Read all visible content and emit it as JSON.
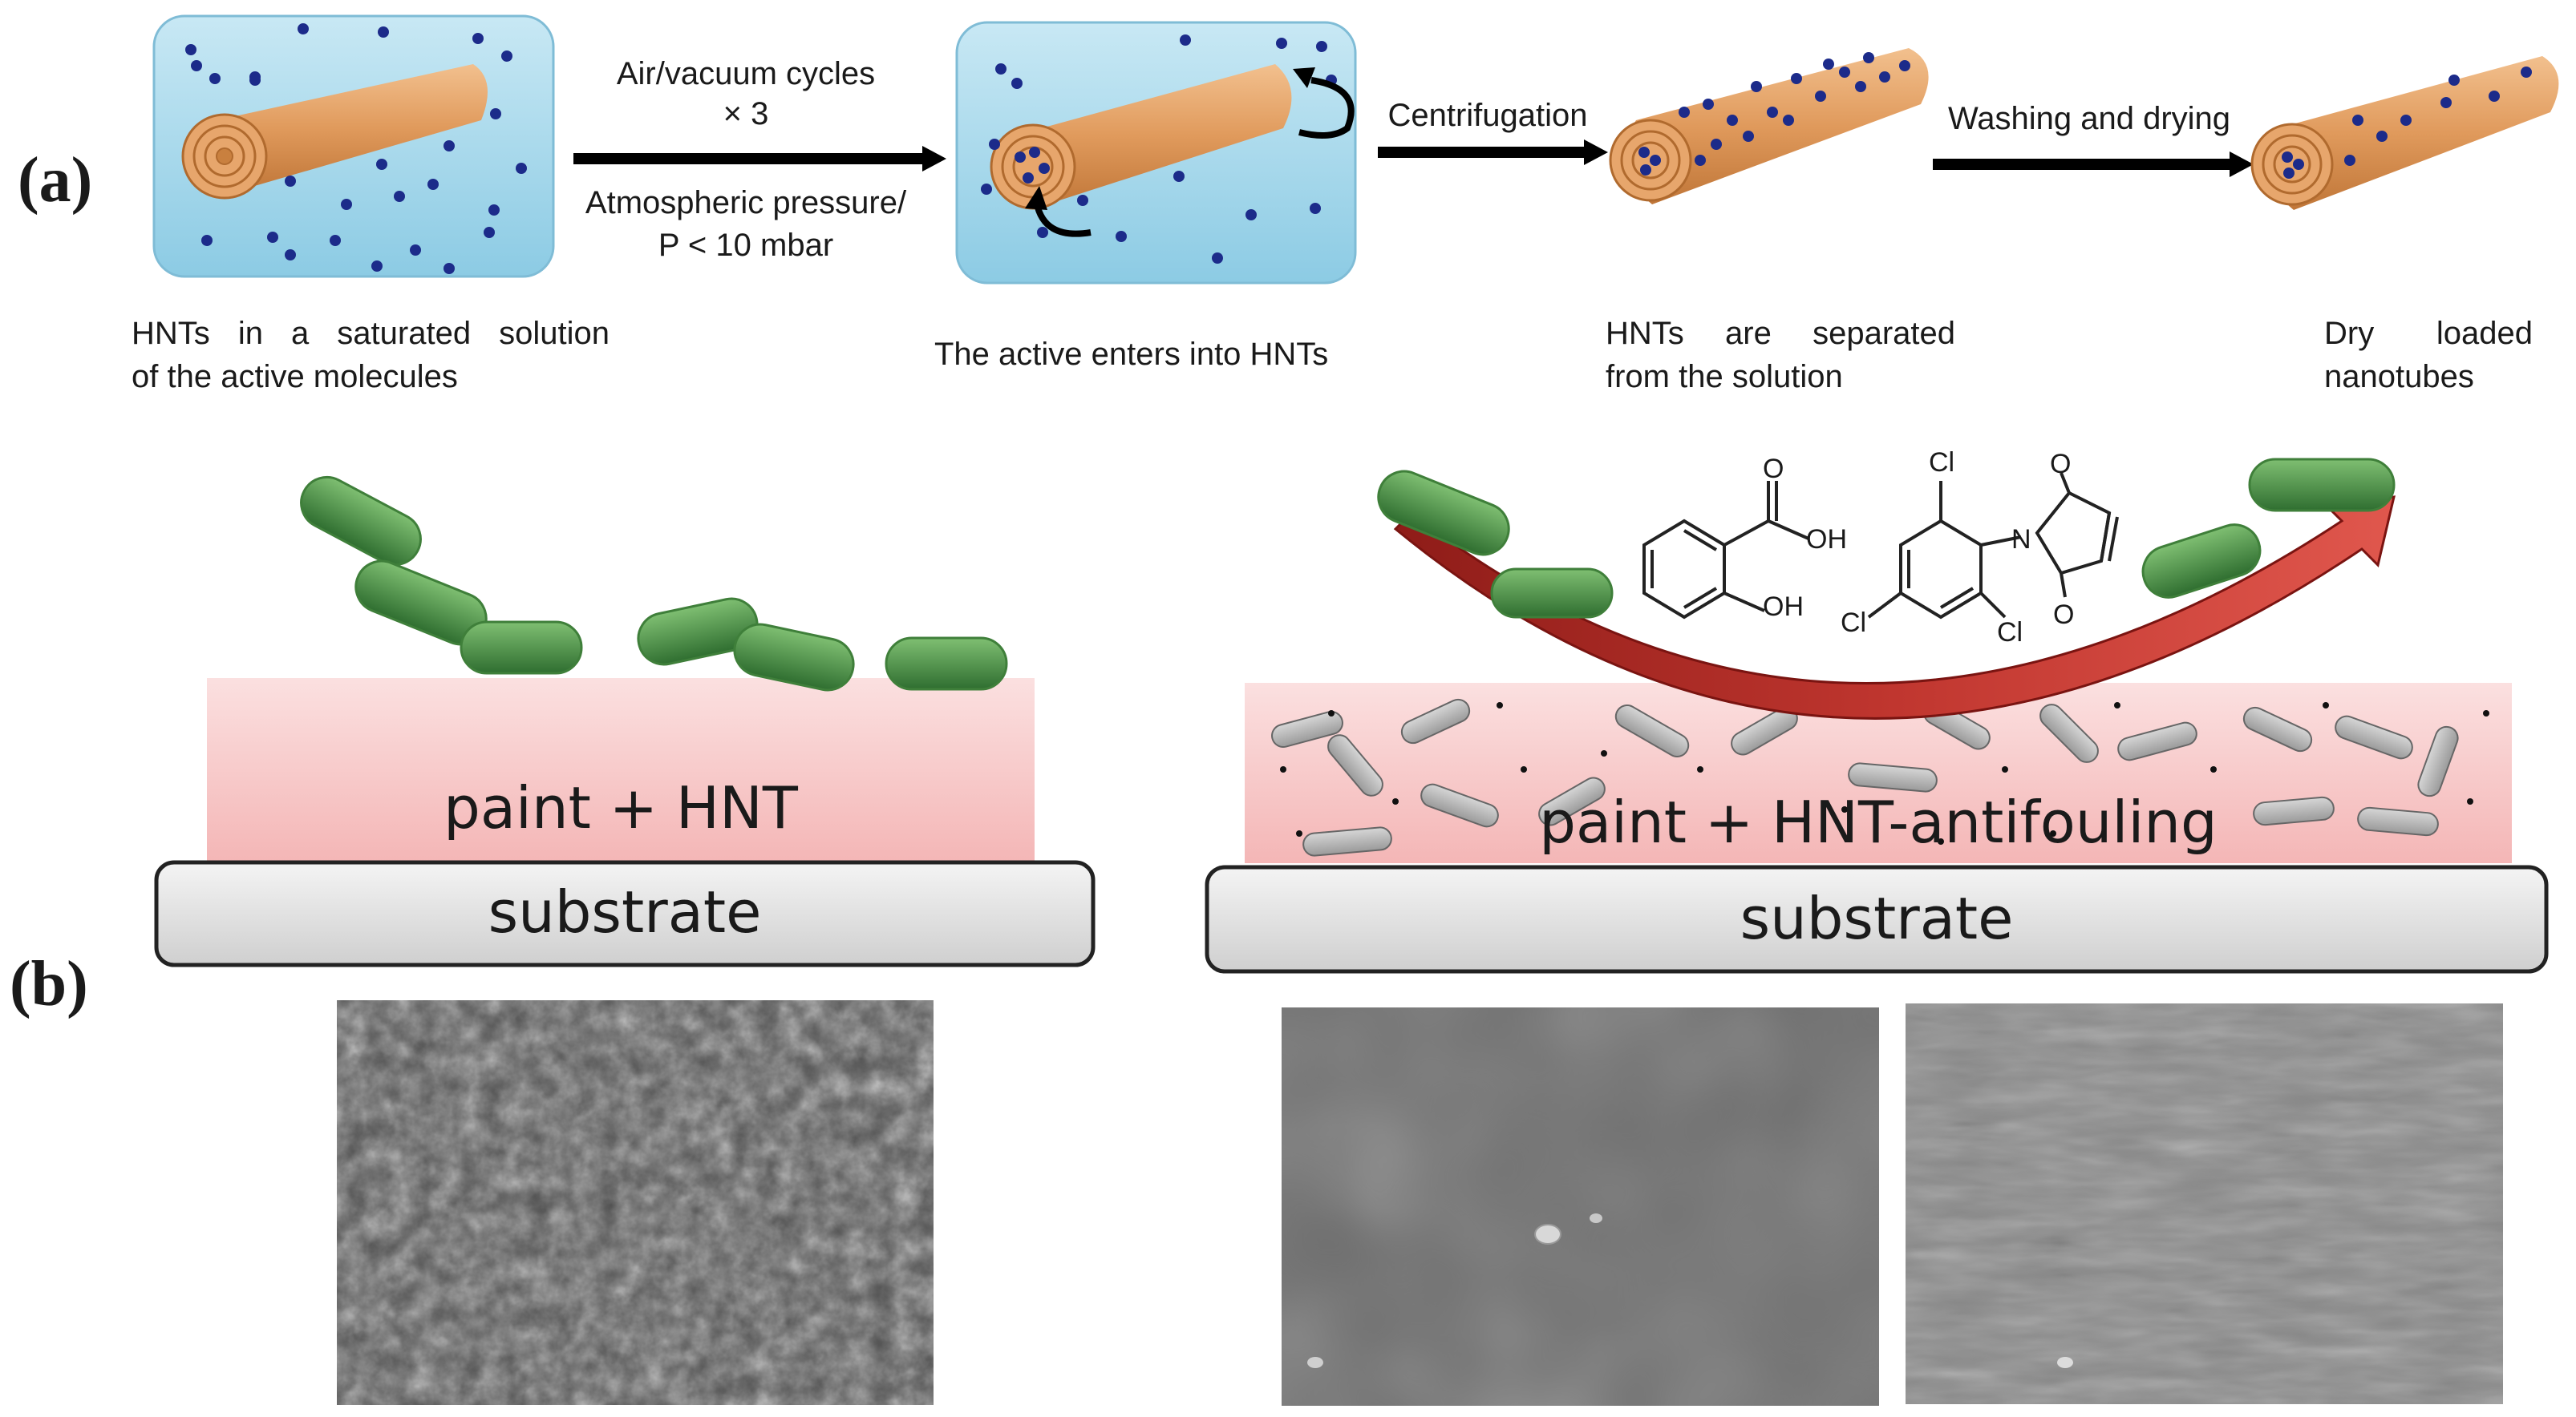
{
  "panel_labels": {
    "a": "(a)",
    "b": "(b)"
  },
  "process": {
    "step1_caption_line1": "HNTs in a saturated solution",
    "step1_caption_line2": "of the active molecules",
    "step2_caption": "The active enters into HNTs",
    "step3_caption_line1": "HNTs are separated",
    "step3_caption_line2": "from the solution",
    "step4_caption_line1": "Dry loaded",
    "step4_caption_line2": "nanotubes",
    "arrow1_top_line1": "Air/vacuum cycles",
    "arrow1_top_line2": "× 3",
    "arrow1_bottom_line1": "Atmospheric pressure/",
    "arrow1_bottom_line2": "P < 10 mbar",
    "arrow2_label": "Centrifugation",
    "arrow3_label": "Washing and drying"
  },
  "coatings": {
    "left_layer": "paint + HNT",
    "left_substrate": "substrate",
    "right_layer": "paint + HNT-antifouling",
    "right_substrate": "substrate"
  },
  "chemistry": {
    "salicylic_oh_acid": "OH",
    "salicylic_oh_ring": "OH",
    "salicylic_carbonyl_o": "O",
    "dcpm_n": "N",
    "dcpm_o_top": "O",
    "dcpm_o_bottom": "O",
    "dcpm_cl_top": "Cl",
    "dcpm_cl_left": "Cl",
    "dcpm_cl_bottom": "Cl"
  },
  "colors": {
    "solution": "#a9d8ec",
    "nanotube": "#e3a068",
    "molecule_dot": "#1c2b8a",
    "bacteria": "#4e8f4a",
    "paint_layer": "#f7c4c4",
    "substrate": "#e2e2e2",
    "release_arrow": "#a32420",
    "sem_dark": "#4a4a4a",
    "sem_mid": "#6b6b6b",
    "sem_light": "#8e8e8e"
  }
}
